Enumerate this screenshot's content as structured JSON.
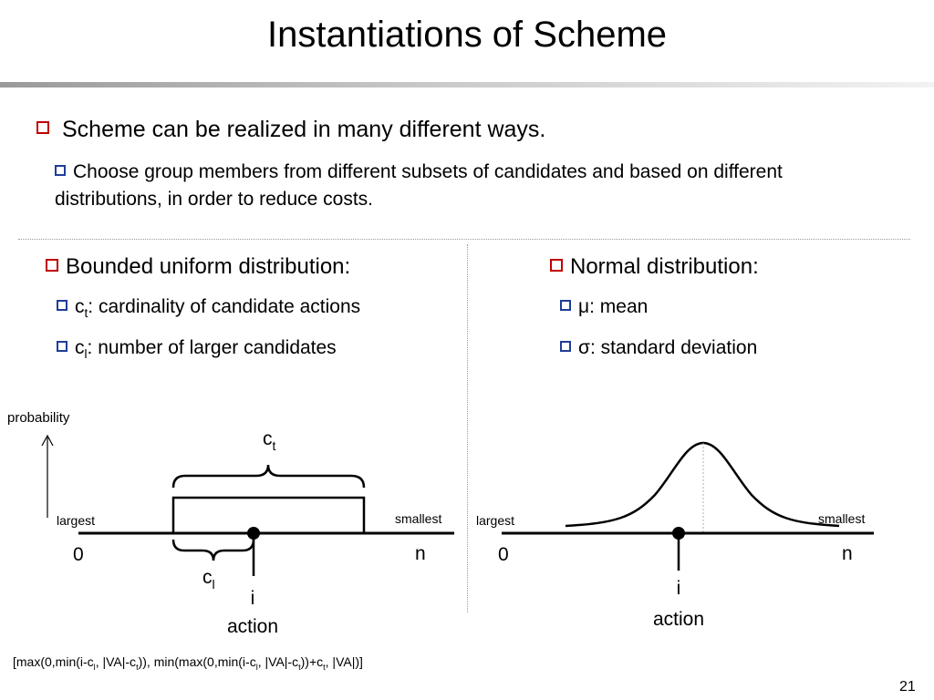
{
  "title": "Instantiations of Scheme",
  "bullets": {
    "main": "Scheme can be realized in many different ways.",
    "sub": "Choose group members from different subsets of candidates and based on different distributions, in order to reduce costs."
  },
  "left": {
    "heading": "Bounded uniform distribution:",
    "items": [
      {
        "symbol": "c",
        "subscript": "t",
        "text": ": cardinality of candidate actions"
      },
      {
        "symbol": "c",
        "subscript": "l",
        "text": ": number of larger candidates"
      }
    ],
    "diagram": {
      "y_label": "probability",
      "largest": "largest",
      "smallest": "smallest",
      "zero": "0",
      "n": "n",
      "ct_symbol": "c",
      "ct_sub": "t",
      "cl_symbol": "c",
      "cl_sub": "l",
      "i": "i",
      "action": "action"
    },
    "formula": "[max(0,min(i-c<sub>l</sub>, |VA|-c<sub>t</sub>)), min(max(0,min(i-c<sub>l</sub>, |VA|-c<sub>t</sub>))+c<sub>t</sub>, |VA|)]"
  },
  "right": {
    "heading": "Normal distribution:",
    "items": [
      {
        "symbol": "μ",
        "text": ": mean"
      },
      {
        "symbol": "σ",
        "text": ": standard deviation"
      }
    ],
    "diagram": {
      "largest": "largest",
      "smallest": "smallest",
      "zero": "0",
      "n": "n",
      "i": "i",
      "action": "action"
    }
  },
  "page_number": "21",
  "colors": {
    "main_bullet": "#c00000",
    "sub_bullet": "#1f3d99"
  }
}
